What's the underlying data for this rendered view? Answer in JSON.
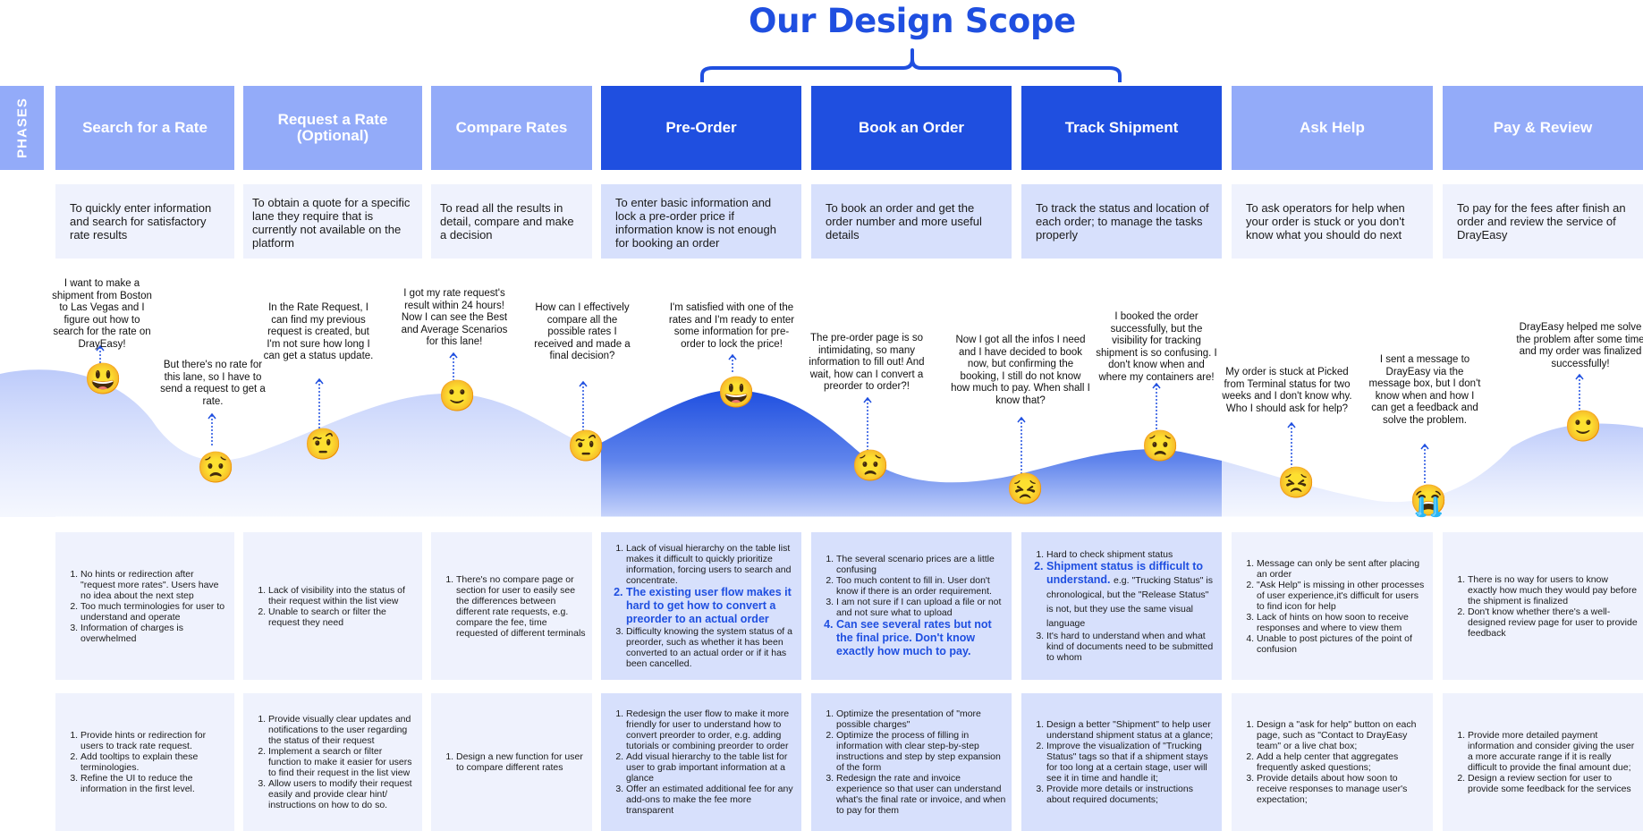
{
  "title": "Our Design Scope",
  "phases_label": "PHASES",
  "colors": {
    "accent": "#1f4fe0",
    "phase_light": "#93abf9",
    "cell_light": "#eff2fd",
    "cell_mid": "#d7e0fc"
  },
  "columns": [
    {
      "phase": "Search for a Rate",
      "goal": "To quickly enter information and search for satisfactory rate results",
      "quote": "I want to make a shipment from Boston to Las Vegas and I figure out how to search for the rate on DrayEasy!",
      "quote2": "But there's no rate for this lane, so I have to send a request to get a rate.",
      "emoji": "😃",
      "emoji2": "😟",
      "pain_points": [
        "No hints or redirection after \"request more rates\". Users have no idea about the next step",
        "Too much terminologies for user to understand and operate",
        "Information of charges is overwhelmed"
      ],
      "opportunities": [
        "Provide  hints or redirection for users to track rate request.",
        "Add tooltips to explain these terminologies.",
        "Refine the UI to reduce the information in the first level."
      ]
    },
    {
      "phase": "Request a Rate (Optional)",
      "goal": "To obtain a quote for a specific lane they require that is currently not available on the platform",
      "quote": "In the Rate Request, I can find my previous request is created, but I'm not sure how long I can get a status update.",
      "emoji": "🤨",
      "pain_points": [
        "Lack of visibility into the status of their request within the list view",
        "Unable to search or filter the request they need"
      ],
      "opportunities": [
        "Provide visually clear updates and notifications to the user regarding the status of their request",
        "Implement a search or filter function to make it easier for users to find their request in the list view",
        "Allow users to modify their request easily and provide clear hint/ instructions on how to do so."
      ]
    },
    {
      "phase": "Compare Rates",
      "goal": "To read all the results in detail, compare and make a decision",
      "quote": "I got my rate request's result within 24 hours! Now I can see the Best and Average Scenarios for this lane!",
      "quote2": "How can I effectively compare all the possible rates I received and made a final decision?",
      "emoji": "🙂",
      "emoji2": "🤨",
      "pain_points": [
        "There's no compare page or section for user to easily see the differences between different rate requests, e.g. compare the fee, time requested of different terminals"
      ],
      "opportunities": [
        "Design a new function for user to compare different rates"
      ]
    },
    {
      "phase": "Pre-Order",
      "goal": "To enter basic information and lock a pre-order price if information know is not enough for booking an order",
      "quote": "I'm satisfied with one of the rates and I'm ready to enter some information for pre-order to lock the price!",
      "emoji": "😃",
      "pain_points": [
        "Lack of visual hierarchy on the table list makes it difficult to quickly prioritize information, forcing users to search and concentrate.",
        "The existing user flow makes it hard to get how to convert a preorder to an actual order",
        "Difficulty knowing the system status of a preorder, such as whether it has been converted to an actual order or if it has been cancelled."
      ],
      "opportunities": [
        "Redesign the user flow to make it more friendly for user to understand how to convert preorder to order, e.g. adding tutorials or combining preorder to order",
        "Add visual hierarchy to the table list for user to grab important information at a glance",
        "Offer an estimated additional fee for any add-ons to make the fee more transparent"
      ]
    },
    {
      "phase": "Book an Order",
      "goal": "To book an order and get the order number and more useful details",
      "quote": "The pre-order page is so intimidating, so many information to fill out! And wait, how can I convert a preorder to order?!",
      "emoji": "😟",
      "pain_points": [
        "The several scenario prices are a little confusing",
        "Too much content to fill in. User don't know if there is an order requirement.",
        "I am not sure if I can upload a file or not and not sure what to upload",
        "Can see several rates but not the final price. Don't know exactly how much to pay."
      ],
      "opportunities": [
        "Optimize the presentation of \"more possible charges\"",
        "Optimize the process of filling in information with clear step-by-step instructions and step by step expansion of the form",
        "Redesign the rate and invoice experience so that user can understand what's the final rate or invoice, and when to pay for them"
      ]
    },
    {
      "phase": "Track Shipment",
      "goal": "To track the status and location of each order; to manage the tasks properly",
      "quote": "Now I got all the infos I need and I have decided to book now, but confirming the booking, I still do not know how much to pay. When shall I know that?",
      "quote2": "I booked the order successfully, but the visibility for tracking shipment is so confusing. I don't know when and where my containers are!",
      "emoji": "😣",
      "emoji2": "😟",
      "pain_points": [
        "Hard to check shipment status",
        "Shipment status is difficult to understand.",
        "It's hard to understand when and what kind of documents need to be submitted to whom"
      ],
      "pain_sub": "e.g. \"Trucking Status\" is chronological, but the \"Release Status\" is not, but they use the same visual language",
      "opportunities": [
        "Design a better \"Shipment\" to help user understand shipment status at a glance;",
        "Improve the visualization of \"Trucking Status\" tags so that if a shipment stays for too long at a certain stage, user will see it in time and handle it;",
        "Provide more details or instructions about required documents;"
      ]
    },
    {
      "phase": "Ask Help",
      "goal": "To ask operators  for help when your order is stuck or you don't know what you should do next",
      "quote": "My order is stuck at Picked from Terminal status for two weeks and I don't know why. Who I should ask for help?",
      "quote2": "I sent a message to DrayEasy via the message box, but I don't know when and how I can get a feedback and solve the problem.",
      "emoji": "😣",
      "emoji2": "😭",
      "pain_points": [
        "Message can only be sent after placing an order",
        "\"Ask Help\" is missing in other processes of user experience,it's difficult for users to find icon for help",
        "Lack of hints on how soon to receive responses and where to view them",
        "Unable to post pictures of the point of confusion"
      ],
      "opportunities": [
        "Design a \"ask for help\" button on each page, such as \"Contact to DrayEasy team\" or a live chat box;",
        "Add a help center that aggregates frequently asked questions;",
        "Provide details about how soon to receive responses to manage user's expectation;"
      ]
    },
    {
      "phase": "Pay & Review",
      "goal": "To pay for the fees after finish an order and review the service of DrayEasy",
      "quote": "DrayEasy helped me solve the problem after some time and my order was finalized successfully!",
      "emoji": "🙂",
      "pain_points": [
        "There is no way for users to know exactly how much they would pay before the shipment is finalized",
        "Don't know whether there's a well-designed review page for user to provide feedback"
      ],
      "opportunities": [
        "Provide more detailed payment information and consider giving the user a more accurate range if it is really difficult to provide the final amount due;",
        "Design a review section for user to provide some feedback for the services"
      ]
    }
  ]
}
